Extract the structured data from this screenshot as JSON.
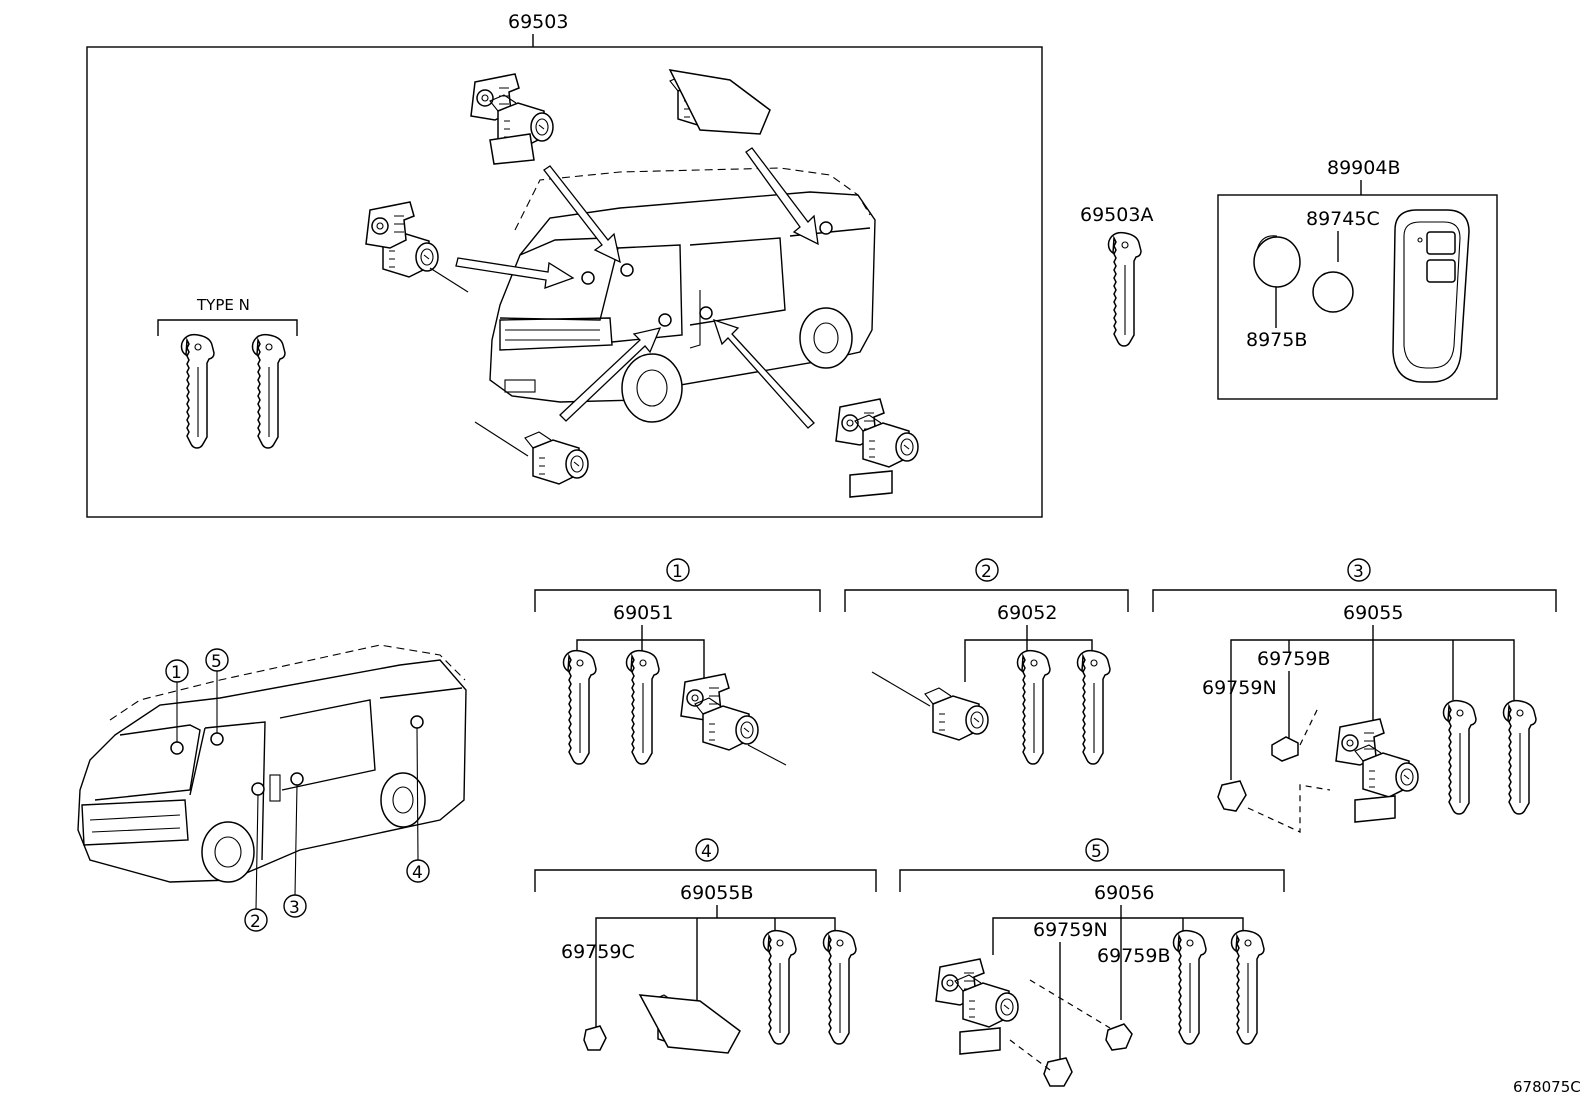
{
  "labels": {
    "main_kit": "69503",
    "type_n": "TYPE N",
    "master_key": "69503A",
    "remote_kit": "89904B",
    "battery_cr": "89745C",
    "cover": "8975B",
    "set1": "69051",
    "set2": "69052",
    "set3": "69055",
    "set4": "69055B",
    "set5": "69056",
    "p69759B_a": "69759B",
    "p69759N_a": "69759N",
    "p69759C": "69759C",
    "p69759N_b": "69759N",
    "p69759B_b": "69759B",
    "diagram_id": "678075C"
  },
  "callouts": [
    "1",
    "2",
    "3",
    "4",
    "5"
  ]
}
